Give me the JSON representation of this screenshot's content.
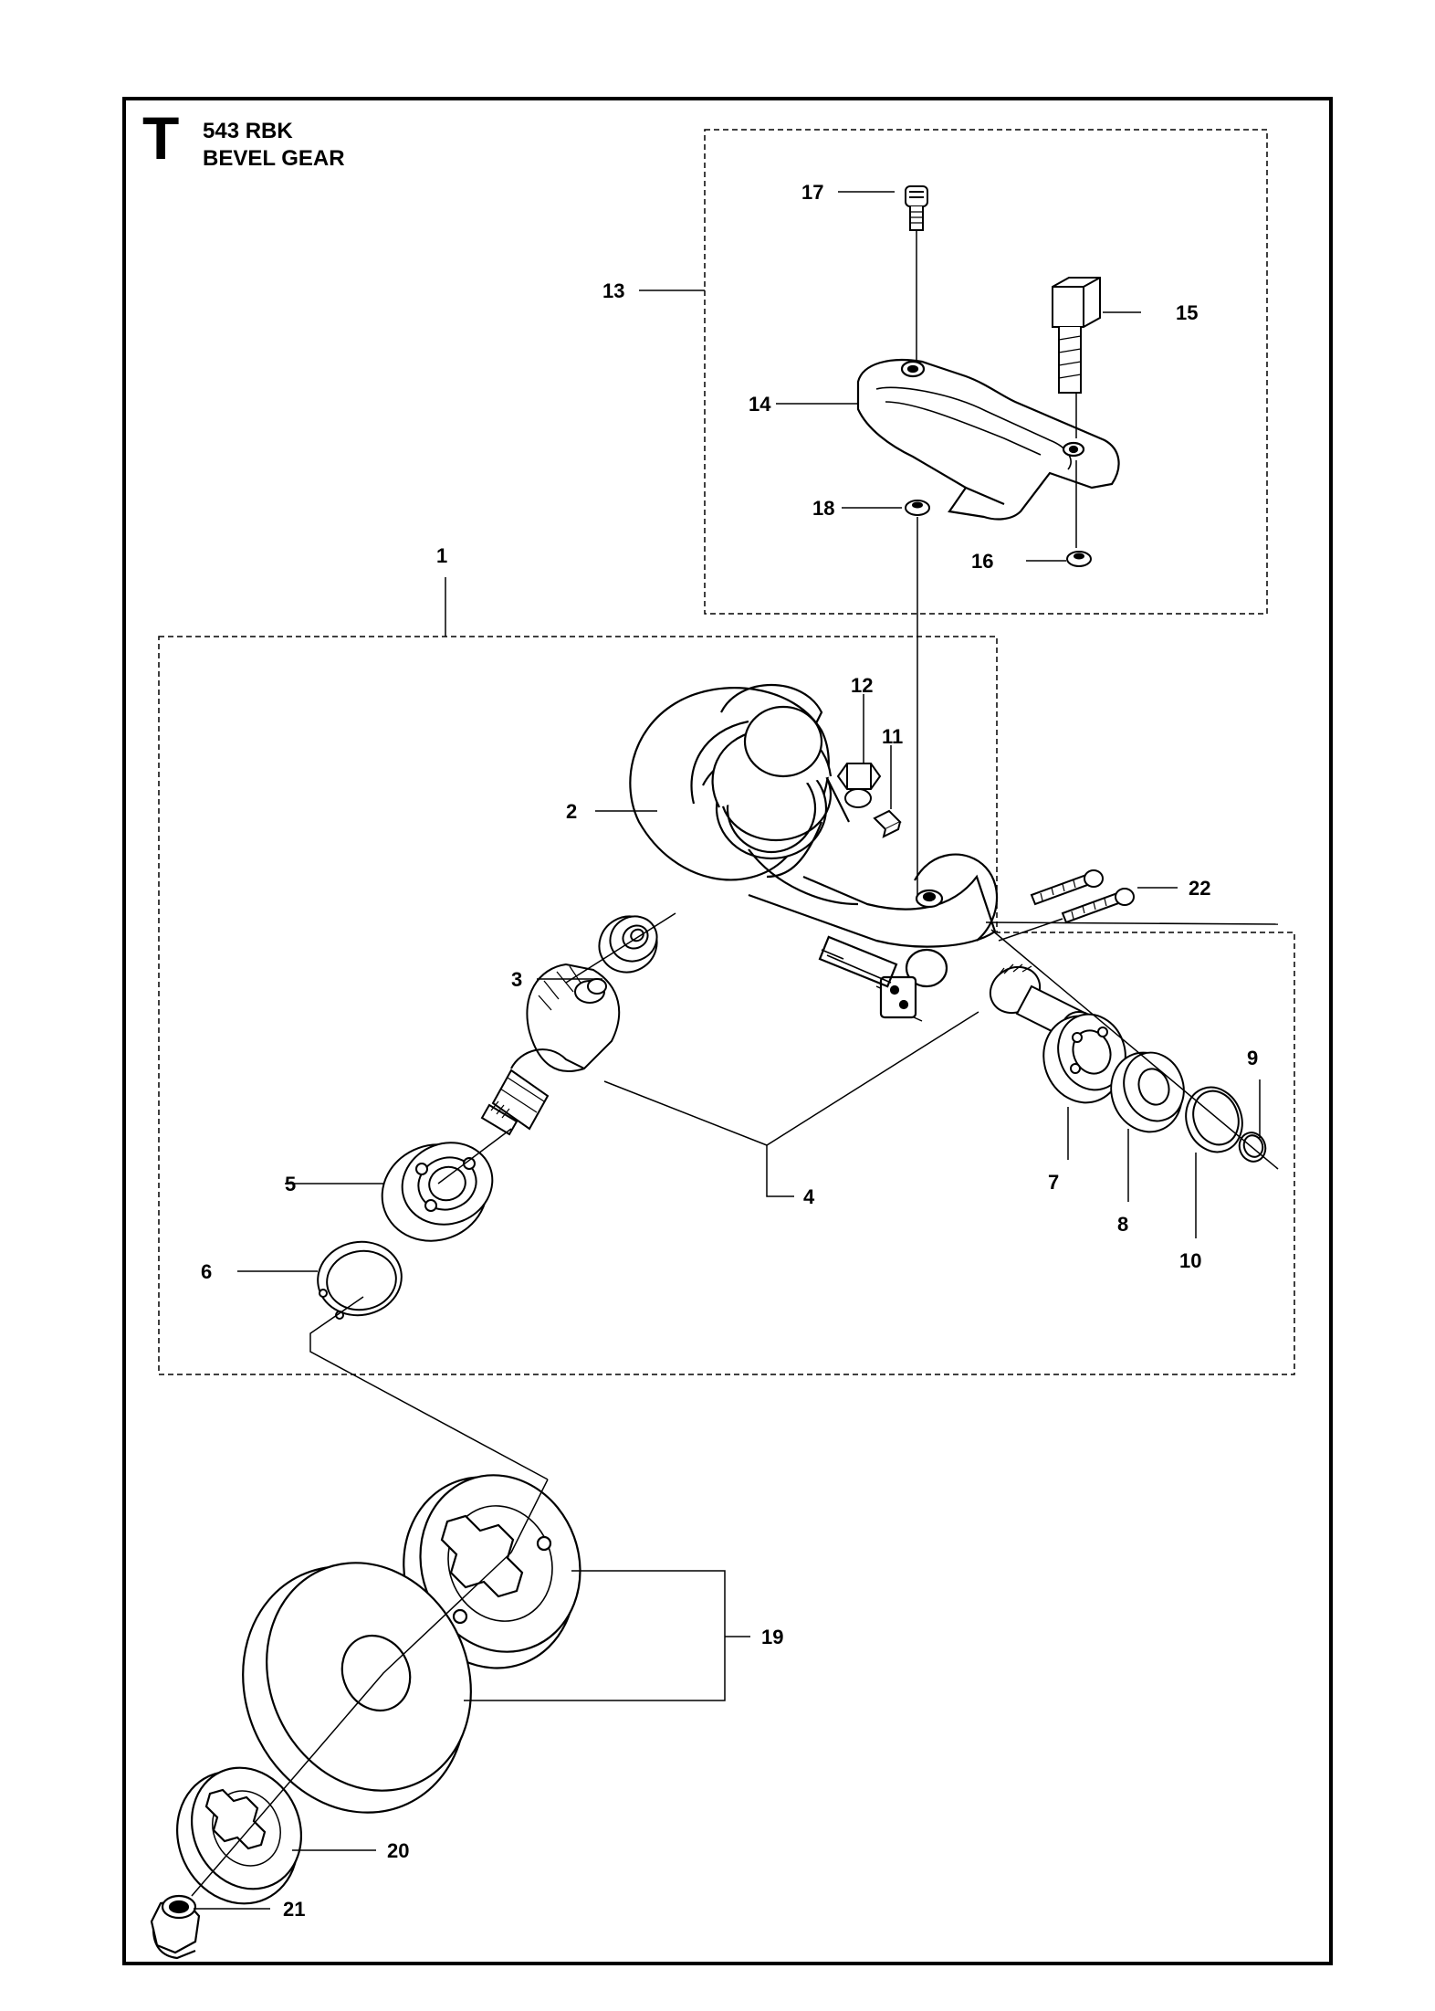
{
  "header": {
    "section_letter": "T",
    "model": "543 RBK",
    "title": "BEVEL GEAR"
  },
  "callouts": [
    {
      "id": "p1",
      "label": "1"
    },
    {
      "id": "p2",
      "label": "2"
    },
    {
      "id": "p3",
      "label": "3"
    },
    {
      "id": "p4",
      "label": "4"
    },
    {
      "id": "p5",
      "label": "5"
    },
    {
      "id": "p6",
      "label": "6"
    },
    {
      "id": "p7",
      "label": "7"
    },
    {
      "id": "p8",
      "label": "8"
    },
    {
      "id": "p9",
      "label": "9"
    },
    {
      "id": "p10",
      "label": "10"
    },
    {
      "id": "p11",
      "label": "11"
    },
    {
      "id": "p12",
      "label": "12"
    },
    {
      "id": "p13",
      "label": "13"
    },
    {
      "id": "p14",
      "label": "14"
    },
    {
      "id": "p15",
      "label": "15"
    },
    {
      "id": "p16",
      "label": "16"
    },
    {
      "id": "p17",
      "label": "17"
    },
    {
      "id": "p18",
      "label": "18"
    },
    {
      "id": "p19",
      "label": "19"
    },
    {
      "id": "p20",
      "label": "20"
    },
    {
      "id": "p21",
      "label": "21"
    },
    {
      "id": "p22",
      "label": "22"
    }
  ],
  "colors": {
    "ink": "#000000",
    "paper": "#ffffff",
    "shade": "#e6e6e6"
  }
}
